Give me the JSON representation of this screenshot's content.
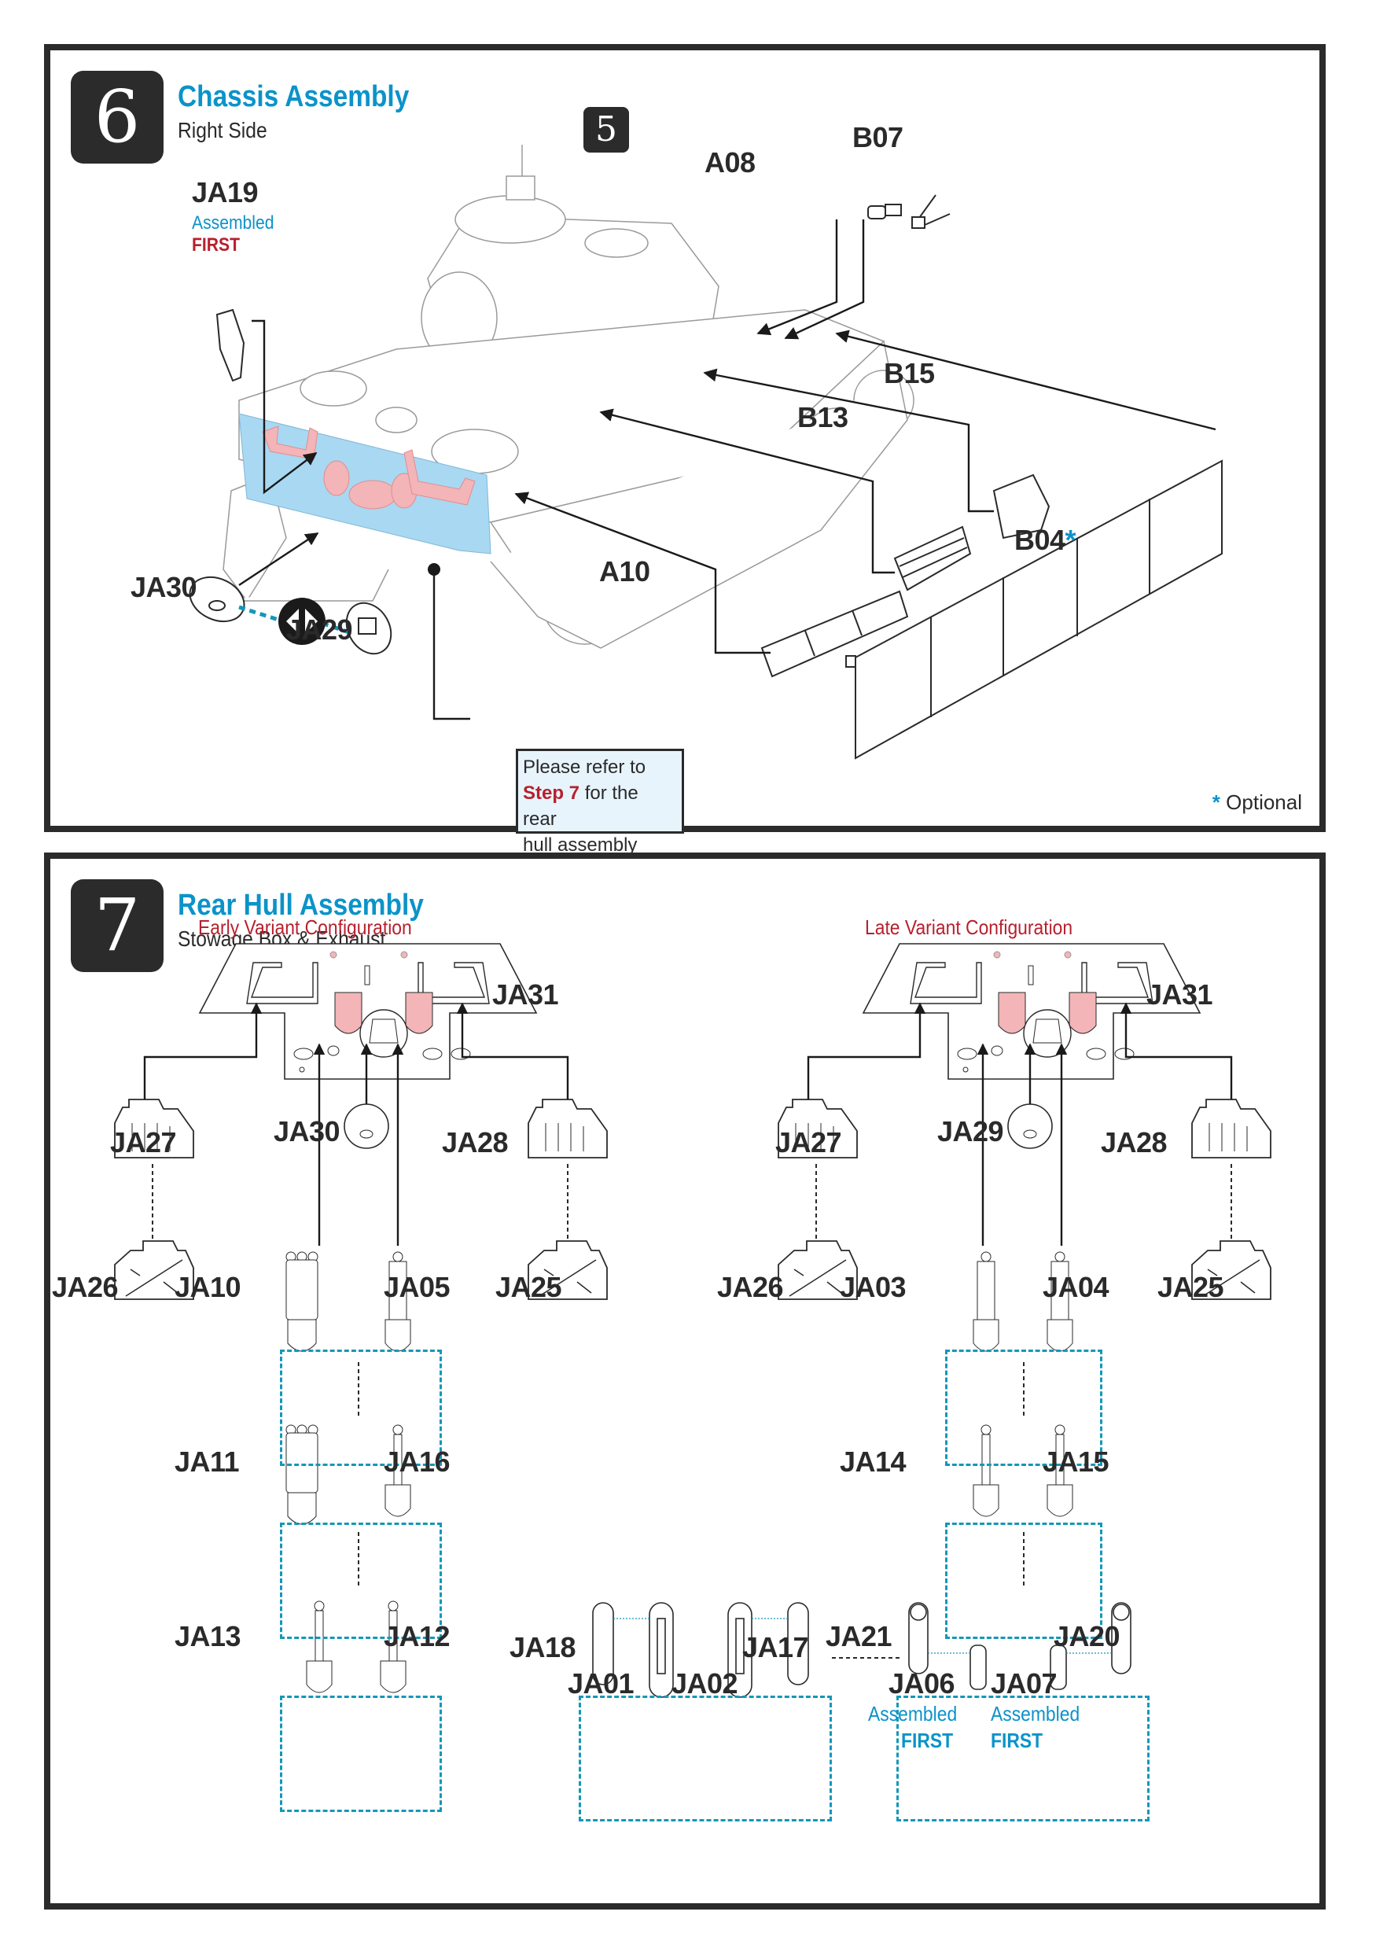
{
  "colors": {
    "accent_blue": "#0b93c9",
    "accent_red": "#b7202e",
    "frame": "#2b2b2b",
    "highlight_blue": "#a9d8f2",
    "highlight_pink": "#f3b5b7",
    "group_dash": "#1597b8"
  },
  "step6": {
    "number": "6",
    "title": "Chassis Assembly",
    "subtitle": "Right Side",
    "ref_step_badge": "5",
    "parts": {
      "JA19": "JA19",
      "A08": "A08",
      "B07": "B07",
      "B15": "B15",
      "B13": "B13",
      "A10": "A10",
      "B04": "B04",
      "JA30": "JA30",
      "JA29": "JA29"
    },
    "ja19_note": {
      "line1": "Assembled",
      "line2": "FIRST"
    },
    "b04_marker": "*",
    "swap_icon": "swap-arrows-icon",
    "callout": {
      "line1": "Please refer to",
      "step_ref": "Step 7",
      "line2_rest": " for the rear",
      "line3": "hull assembly"
    },
    "legend": {
      "marker": "*",
      "text": "Optional"
    }
  },
  "step7": {
    "number": "7",
    "title": "Rear Hull Assembly",
    "subtitle": "Stowage Box & Exhaust",
    "early": {
      "heading": "Early Variant Configuration",
      "plate": "JA31",
      "left_box_top": "JA27",
      "left_box_bottom": "JA26",
      "center_cover": "JA30",
      "right_box_top": "JA28",
      "right_box_bottom": "JA25",
      "exhaust_row1": [
        "JA10",
        "JA05"
      ],
      "exhaust_row2": [
        "JA11",
        "JA16"
      ],
      "exhaust_row3": [
        "JA13",
        "JA12"
      ]
    },
    "late": {
      "heading": "Late Variant Configuration",
      "plate": "JA31",
      "left_box_top": "JA27",
      "left_box_bottom": "JA26",
      "center_cover": "JA29",
      "right_box_top": "JA28",
      "right_box_bottom": "JA25",
      "exhaust_row1": [
        "JA03",
        "JA04"
      ],
      "exhaust_row2": [
        "JA14",
        "JA15"
      ],
      "mufflers": [
        "JA18",
        "JA01",
        "JA02",
        "JA17"
      ],
      "flame_dampers": [
        "JA21",
        "JA06",
        "JA07",
        "JA20"
      ],
      "ja06_note": {
        "line1": "Assembled",
        "line2": "FIRST"
      },
      "ja07_note": {
        "line1": "Assembled",
        "line2": "FIRST"
      }
    }
  }
}
